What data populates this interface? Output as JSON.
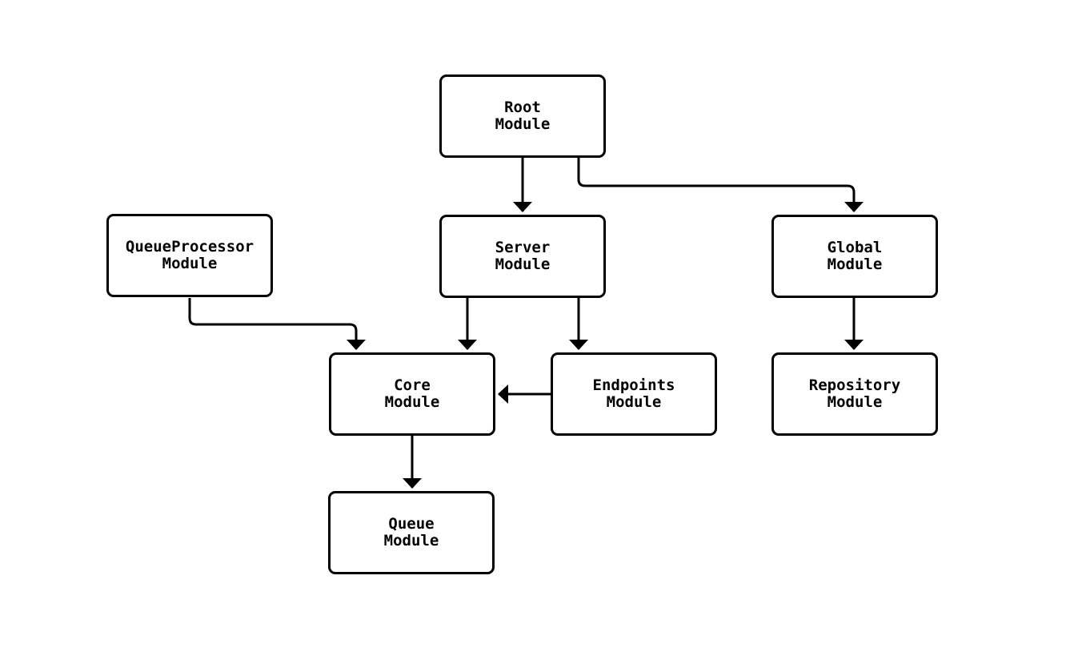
{
  "diagram": {
    "type": "module-dependency-flowchart",
    "background_color": "#ffffff",
    "node_fill_color": "#ffffff",
    "node_border_color": "#000000",
    "edge_color": "#000000",
    "text_color": "#000000",
    "nodes": {
      "root": {
        "label": "Root\nModule"
      },
      "queue_processor": {
        "label": "QueueProcessor\nModule"
      },
      "server": {
        "label": "Server\nModule"
      },
      "global": {
        "label": "Global\nModule"
      },
      "core": {
        "label": "Core\nModule"
      },
      "endpoints": {
        "label": "Endpoints\nModule"
      },
      "repository": {
        "label": "Repository\nModule"
      },
      "queue": {
        "label": "Queue\nModule"
      }
    },
    "edges": [
      {
        "from": "Root Module",
        "to": "Server Module"
      },
      {
        "from": "Root Module",
        "to": "Global Module"
      },
      {
        "from": "QueueProcessor Module",
        "to": "Core Module"
      },
      {
        "from": "Server Module",
        "to": "Core Module"
      },
      {
        "from": "Server Module",
        "to": "Endpoints Module"
      },
      {
        "from": "Endpoints Module",
        "to": "Core Module"
      },
      {
        "from": "Global Module",
        "to": "Repository Module"
      },
      {
        "from": "Core Module",
        "to": "Queue Module"
      }
    ]
  }
}
